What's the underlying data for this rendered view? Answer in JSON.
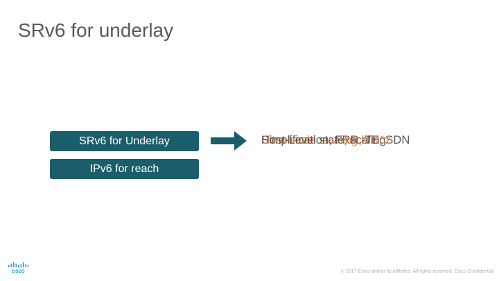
{
  "slide": {
    "title": "SRv6 for underlay",
    "boxes": {
      "underlay": "SRv6 for Underlay",
      "reach": "IPv6 for reach"
    },
    "overlapping_text": [
      "Simplification, FRR, TE, SDN",
      "Ultra-scale: scaling k*N^2",
      "Host-Level state; scaling"
    ],
    "footer": "© 2017 Cisco and/or its affiliates. All rights reserved.   Cisco Confidential",
    "logo_text": "CISCO",
    "colors": {
      "box": "#1b5e6b",
      "accent_orange": "#e8762c",
      "title": "#58595b",
      "logo_blue": "#049fd9"
    }
  }
}
